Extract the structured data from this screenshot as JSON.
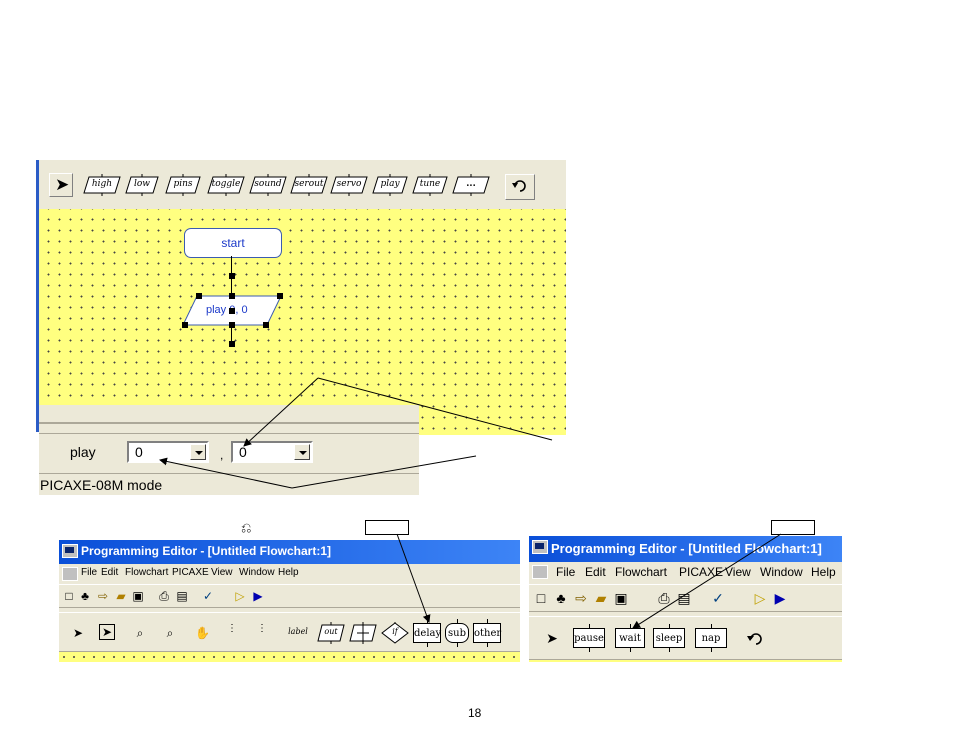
{
  "flowchart_editor": {
    "toolbar": {
      "commands": [
        "high",
        "low",
        "pins",
        "toggle",
        "sound",
        "serout",
        "servo",
        "play",
        "tune",
        "..."
      ],
      "icons": [
        "select-arrow-icon",
        "undo-icon"
      ]
    },
    "canvas": {
      "start_label": "start",
      "play_block_label": "play 0, 0"
    },
    "properties": {
      "command_label": "play",
      "param1_value": "0",
      "separator": ",",
      "param2_value": "0"
    },
    "status": "PICAXE-08M mode"
  },
  "loop_glyph": "⎌",
  "window_left": {
    "title": "Programming Editor  - [Untitled Flowchart:1]",
    "menu": [
      "File",
      "Edit",
      "Flowchart",
      "PICAXE",
      "View",
      "Window",
      "Help"
    ],
    "toolbar_commands": [
      "label",
      "out",
      "",
      "if",
      "delay",
      "sub",
      "other"
    ]
  },
  "window_right": {
    "title": "Programming Editor  - [Untitled Flowchart:1]",
    "menu": [
      "File",
      "Edit",
      "Flowchart",
      "PICAXE",
      "View",
      "Window",
      "Help"
    ],
    "toolbar_commands": [
      "pause",
      "wait",
      "sleep",
      "nap"
    ]
  },
  "page_number": "18"
}
